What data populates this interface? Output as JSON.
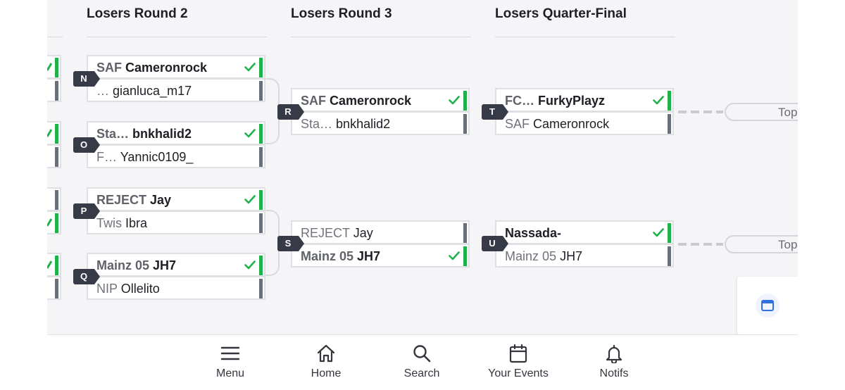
{
  "rounds": [
    {
      "title": "Losers Round 2"
    },
    {
      "title": "Losers Round 3"
    },
    {
      "title": "Losers Quarter-Final"
    }
  ],
  "matches": {
    "N": {
      "tag": "N",
      "top": {
        "prefix": "SAF",
        "player": "Cameronrock"
      },
      "bottom": {
        "prefix": "…",
        "player": "gianluca_m17"
      }
    },
    "O": {
      "tag": "O",
      "top": {
        "prefix": "Sta…",
        "player": "bnkhalid2"
      },
      "bottom": {
        "prefix": "F…",
        "player": "Yannic0109_"
      }
    },
    "P": {
      "tag": "P",
      "top": {
        "prefix": "REJECT",
        "player": "Jay"
      },
      "bottom": {
        "prefix": "Twis",
        "player": "Ibra"
      }
    },
    "Q": {
      "tag": "Q",
      "top": {
        "prefix": "Mainz 05",
        "player": "JH7"
      },
      "bottom": {
        "prefix": "NIP",
        "player": "Ollelito"
      }
    },
    "R": {
      "tag": "R",
      "top": {
        "prefix": "SAF",
        "player": "Cameronrock"
      },
      "bottom": {
        "prefix": "Sta…",
        "player": "bnkhalid2"
      }
    },
    "S": {
      "tag": "S",
      "top": {
        "prefix": "REJECT",
        "player": "Jay"
      },
      "bottom": {
        "prefix": "Mainz 05",
        "player": "JH7"
      }
    },
    "T": {
      "tag": "T",
      "top": {
        "prefix": "FC…",
        "player": "FurkyPlayz"
      },
      "bottom": {
        "prefix": "SAF",
        "player": "Cameronrock"
      }
    },
    "U": {
      "tag": "U",
      "top": {
        "prefix": "",
        "player": "Nassada-"
      },
      "bottom": {
        "prefix": "Mainz 05",
        "player": "JH7"
      }
    }
  },
  "next_round_label": "Top",
  "colors": {
    "winner_bar": "#1fb24a",
    "loser_bar": "#6a707b",
    "tag_bg": "#363b47"
  },
  "float_button_icon": "browser-window-icon",
  "nav": {
    "menu": "Menu",
    "home": "Home",
    "search": "Search",
    "events": "Your Events",
    "notifs": "Notifs"
  }
}
